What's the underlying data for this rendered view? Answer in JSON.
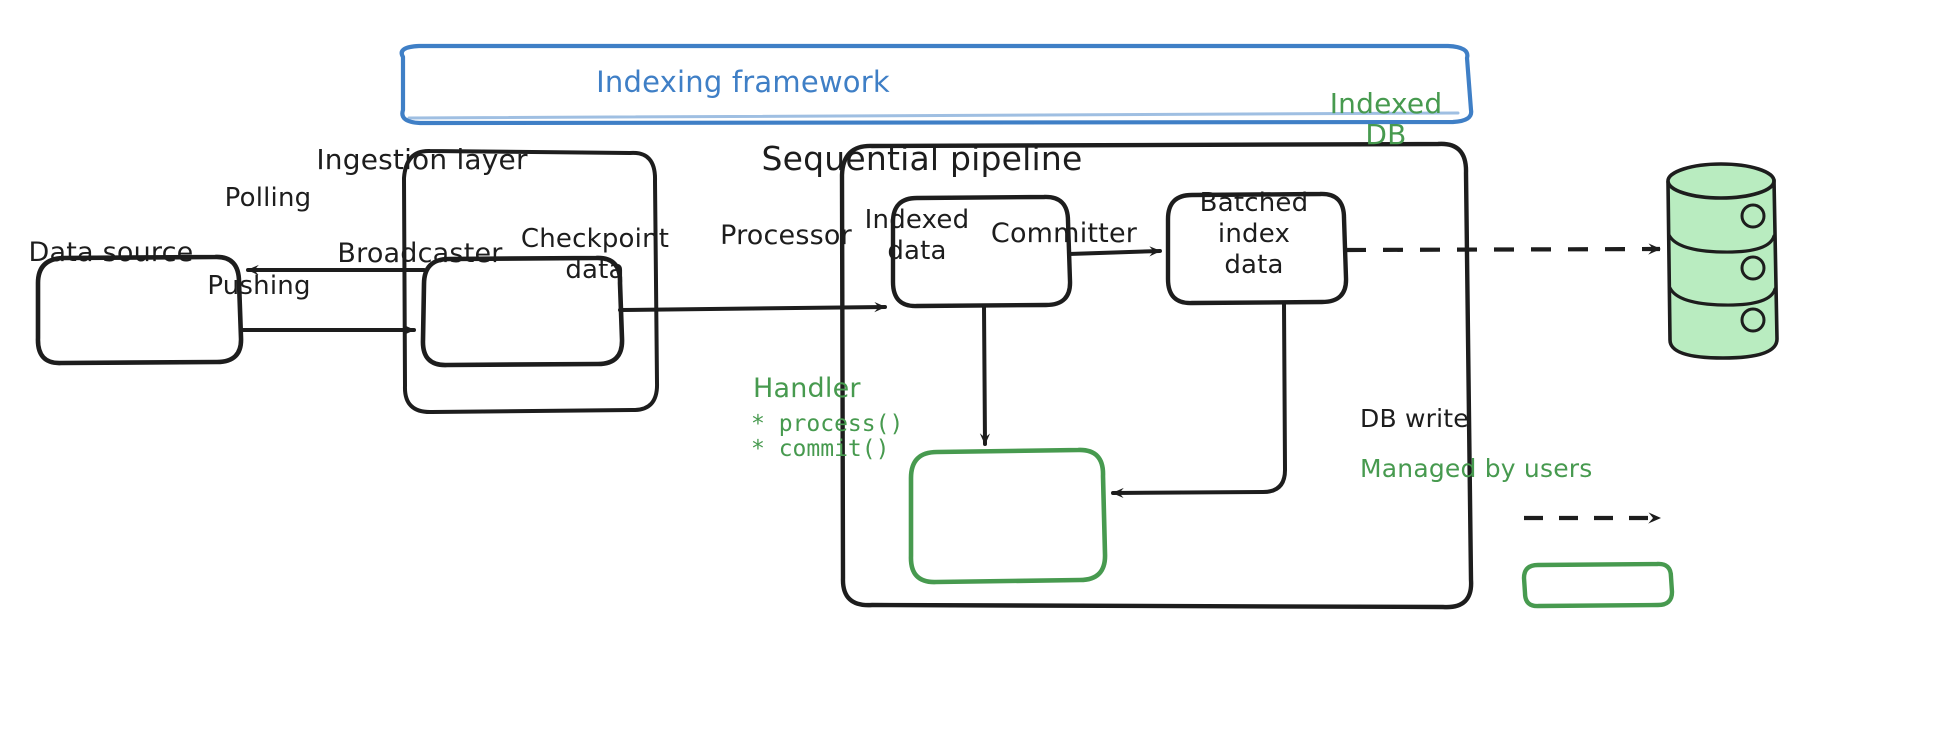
{
  "diagram": {
    "title": "Indexing framework architecture",
    "colors": {
      "stroke": "#1d1d1d",
      "blue": "#3f7fc6",
      "green": "#479a4f",
      "db_fill": "#b9ecc0",
      "background": "#ffffff"
    }
  },
  "framework": {
    "label": "Indexing framework"
  },
  "groups": {
    "ingestion": {
      "label": "Ingestion layer"
    },
    "pipeline": {
      "label": "Sequential pipeline"
    }
  },
  "nodes": {
    "data_source": {
      "label": "Data source"
    },
    "broadcaster": {
      "label": "Broadcaster"
    },
    "processor": {
      "label": "Processor"
    },
    "committer": {
      "label": "Committer"
    },
    "handler": {
      "label": "Handler",
      "methods": [
        "* process()",
        "* commit()"
      ]
    },
    "indexed_db": {
      "label_line1": "Indexed",
      "label_line2": "DB"
    }
  },
  "edges": {
    "polling": {
      "label": "Polling"
    },
    "pushing": {
      "label": "Pushing"
    },
    "checkpoint": {
      "line1": "Checkpoint",
      "line2": "data"
    },
    "indexed_data": {
      "line1": "Indexed",
      "line2": "data"
    },
    "batched": {
      "line1": "Batched",
      "line2": "index",
      "line3": "data"
    }
  },
  "legend": {
    "items": [
      {
        "icon": "dashed-arrow-icon",
        "label": "DB write"
      },
      {
        "icon": "green-rounded-box-icon",
        "label": "Managed by users"
      }
    ]
  }
}
